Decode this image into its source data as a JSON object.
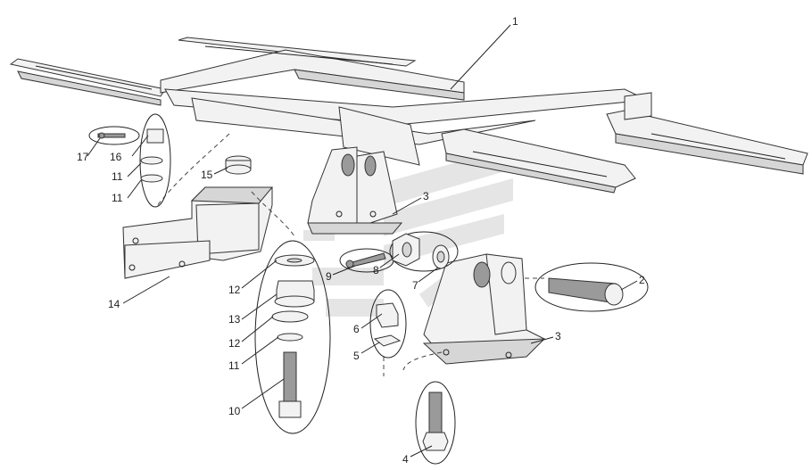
{
  "colors": {
    "line": "#222222",
    "part_fill": "#f2f2f2",
    "shade": "#9a9a9a",
    "watermark": "#cfcfcf"
  },
  "callouts": [
    {
      "id": "c1",
      "text": "1"
    },
    {
      "id": "c2",
      "text": "2"
    },
    {
      "id": "c3a",
      "text": "3"
    },
    {
      "id": "c3b",
      "text": "3"
    },
    {
      "id": "c4",
      "text": "4"
    },
    {
      "id": "c5",
      "text": "5"
    },
    {
      "id": "c6",
      "text": "6"
    },
    {
      "id": "c7",
      "text": "7"
    },
    {
      "id": "c8",
      "text": "8"
    },
    {
      "id": "c9",
      "text": "9"
    },
    {
      "id": "c10",
      "text": "10"
    },
    {
      "id": "c11a",
      "text": "11"
    },
    {
      "id": "c11b",
      "text": "11"
    },
    {
      "id": "c11c",
      "text": "11"
    },
    {
      "id": "c12a",
      "text": "12"
    },
    {
      "id": "c12b",
      "text": "12"
    },
    {
      "id": "c13",
      "text": "13"
    },
    {
      "id": "c14",
      "text": "14"
    },
    {
      "id": "c15",
      "text": "15"
    },
    {
      "id": "c16",
      "text": "16"
    },
    {
      "id": "c17",
      "text": "17"
    }
  ]
}
